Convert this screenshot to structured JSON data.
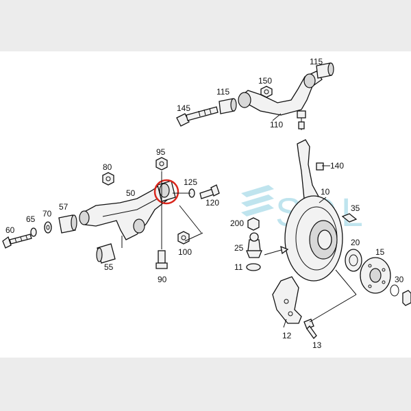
{
  "diagram": {
    "watermark": "SOL",
    "callouts": [
      "115",
      "150",
      "115",
      "145",
      "110",
      "95",
      "80",
      "140",
      "125",
      "50",
      "120",
      "10",
      "35",
      "57",
      "70",
      "65",
      "60",
      "200",
      "20",
      "25",
      "15",
      "100",
      "11",
      "30",
      "55",
      "90",
      "12",
      "13"
    ],
    "highlight_color": "#d9261c",
    "watermark_color": "#bfe4ee"
  }
}
